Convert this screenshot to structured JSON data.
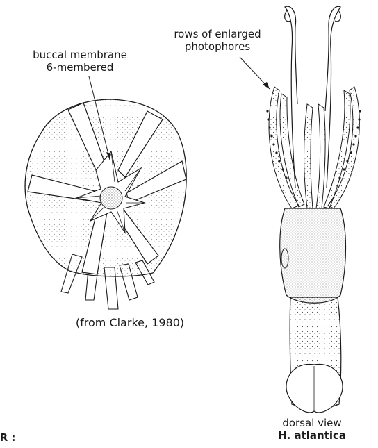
{
  "labels": {
    "buccal_line1": "buccal membrane",
    "buccal_line2": "6-membered",
    "photophores_line1": "rows of enlarged",
    "photophores_line2": "photophores",
    "credit": "(from Clarke, 1980)",
    "dorsal": "dorsal view",
    "species_genus": "H.",
    "species_name": "atlantica",
    "corner_fragment": "JR :"
  },
  "colors": {
    "ink": "#1a1a1a",
    "stipple": "#555555",
    "background": "#ffffff"
  }
}
